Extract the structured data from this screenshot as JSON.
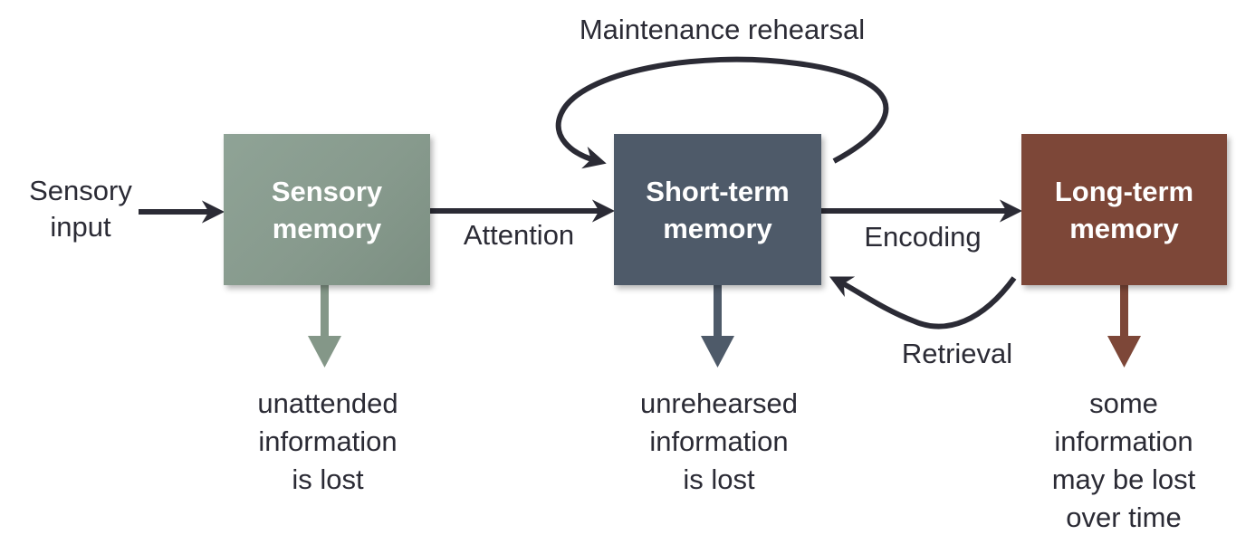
{
  "input_label": "Sensory\ninput",
  "stages": {
    "sensory": {
      "label": "Sensory\nmemory",
      "color": "#879a8d",
      "loss": "unattended\ninformation\nis lost"
    },
    "short_term": {
      "label": "Short-term\nmemory",
      "color": "#4e5a69",
      "loss": "unrehearsed\ninformation\nis lost"
    },
    "long_term": {
      "label": "Long-term\nmemory",
      "color": "#7d4738",
      "loss": "some\ninformation\nmay be lost\nover time"
    }
  },
  "transitions": {
    "attention": "Attention",
    "encoding": "Encoding",
    "retrieval": "Retrieval",
    "maintenance": "Maintenance rehearsal"
  },
  "arrow_color": "#2b2b35"
}
